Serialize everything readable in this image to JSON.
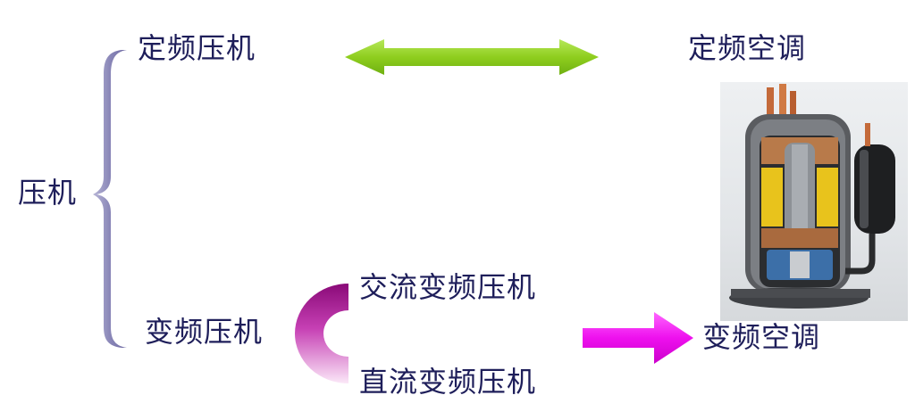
{
  "labels": {
    "compressor": "压机",
    "fixed_compressor": "定频压机",
    "fixed_ac": "定频空调",
    "variable_compressor": "变频压机",
    "ac_variable_compressor": "交流变频压机",
    "dc_variable_compressor": "直流变频压机",
    "variable_ac": "变频空调"
  },
  "colors": {
    "text": "#1e1e5a",
    "brace": "#8a87b8",
    "green_arrow": "#8fce1e",
    "magenta_arrow": "#ee10ee",
    "half_ring": "#a0148c"
  },
  "icons": {
    "brace": "left-curly-brace",
    "double_arrow": "double-headed-arrow",
    "right_arrow": "right-arrow",
    "half_ring": "half-ring",
    "photo": "rotary-compressor-cutaway"
  }
}
